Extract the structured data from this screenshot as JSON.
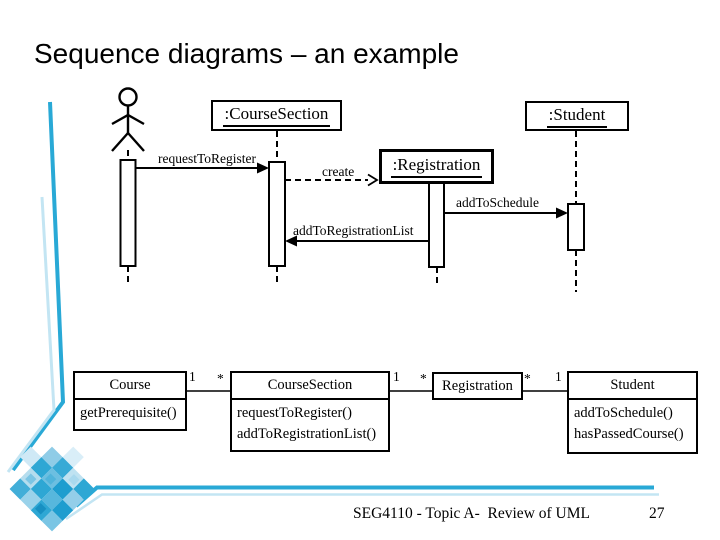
{
  "slide": {
    "title": "Sequence diagrams – an example",
    "footer": {
      "text": "SEG4110 - Topic A-  Review of UML",
      "page": "27"
    }
  },
  "colors": {
    "accent_teal": "#29a9d6",
    "accent_light": "#c3e5f3",
    "ink": "#000000"
  },
  "sequence_diagram": {
    "objects": [
      {
        "label": ":CourseSection"
      },
      {
        "label": ":Registration"
      },
      {
        "label": ":Student"
      }
    ],
    "messages": [
      {
        "label": "requestToRegister",
        "type": "sync"
      },
      {
        "label": "create",
        "type": "create"
      },
      {
        "label": "addToRegistrationList",
        "type": "sync"
      },
      {
        "label": "addToSchedule",
        "type": "sync"
      }
    ]
  },
  "class_diagram": {
    "classes": [
      {
        "name": "Course",
        "methods": [
          "getPrerequisite()"
        ]
      },
      {
        "name": "CourseSection",
        "methods": [
          "requestToRegister()",
          "addToRegistrationList()"
        ]
      },
      {
        "name": "Registration",
        "methods": []
      },
      {
        "name": "Student",
        "methods": [
          "addToSchedule()",
          "hasPassedCourse()"
        ]
      }
    ],
    "associations": [
      {
        "from": "Course",
        "to": "CourseSection",
        "from_mult": "1",
        "to_mult": "*"
      },
      {
        "from": "CourseSection",
        "to": "Registration",
        "from_mult": "1",
        "to_mult": "*"
      },
      {
        "from": "Registration",
        "to": "Student",
        "from_mult": "*",
        "to_mult": "1"
      }
    ]
  }
}
